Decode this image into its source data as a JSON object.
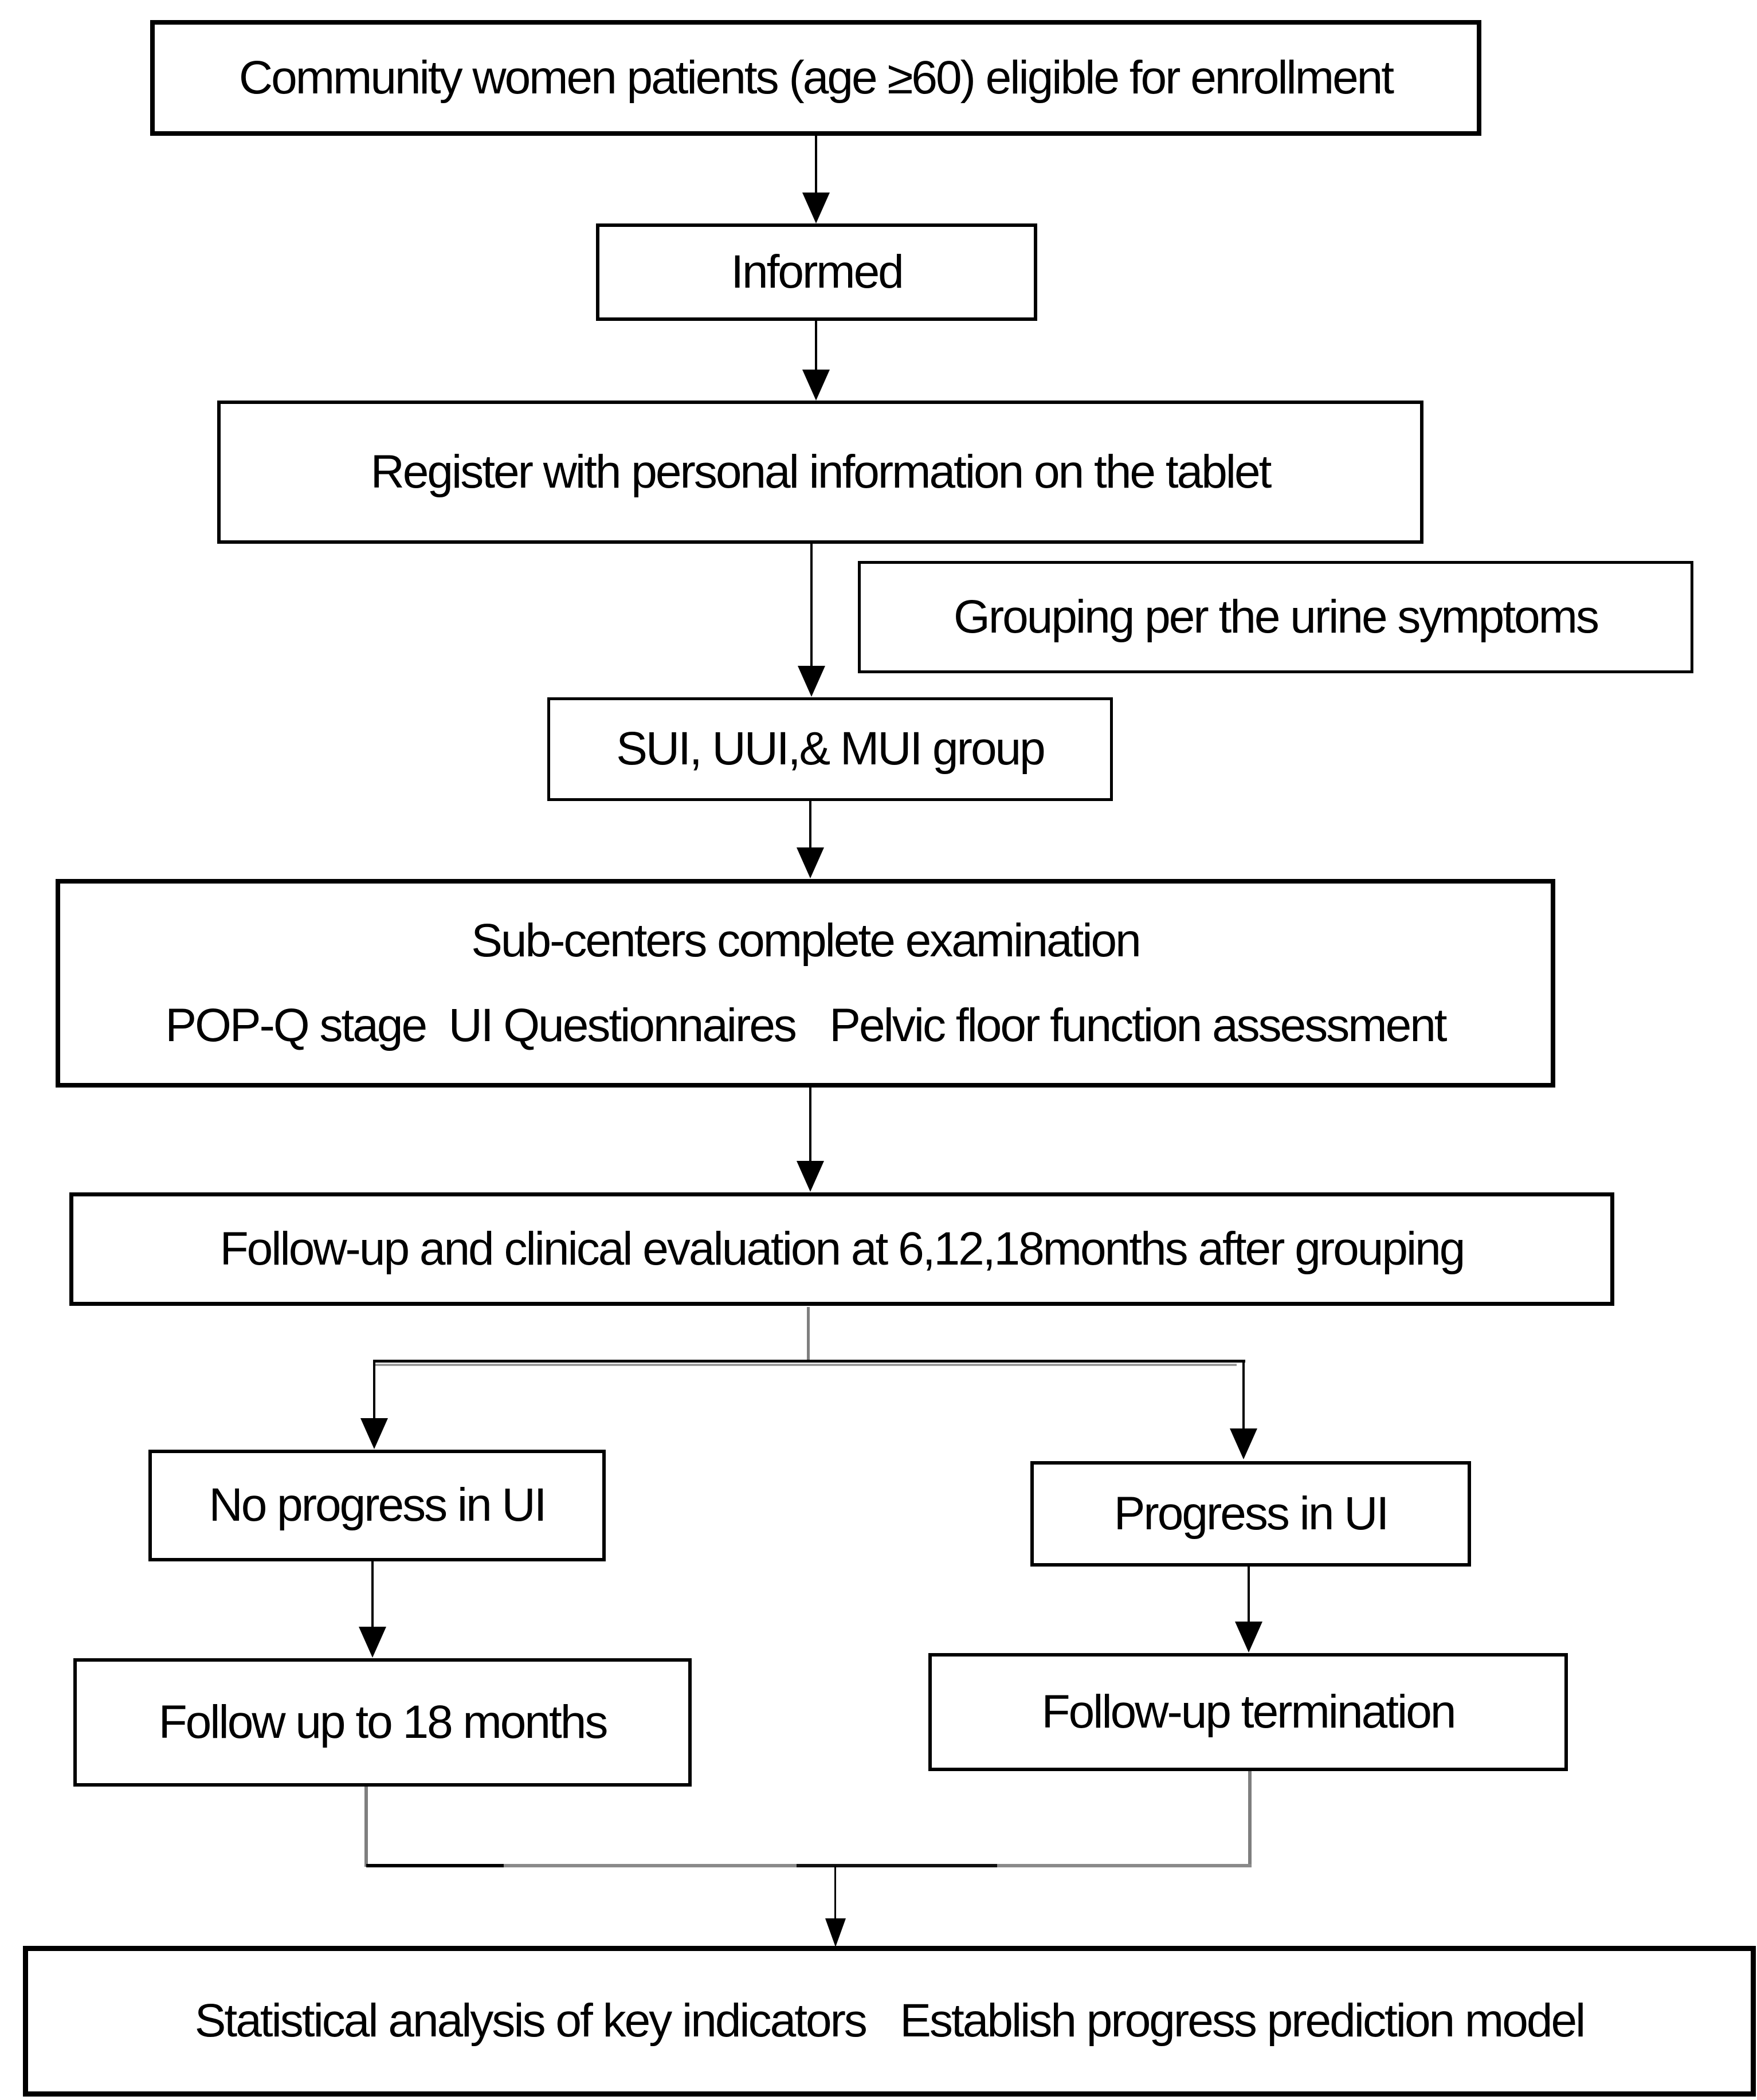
{
  "figure": {
    "type": "flowchart",
    "background_color": "#ffffff",
    "box_border_color": "#000000",
    "text_color": "#000000",
    "connector_color": "#000000",
    "secondary_connector_color": "#7f7f7f",
    "nodes": {
      "eligible": {
        "label": "Community women patients (age ≥60) eligible for enrollment"
      },
      "informed": {
        "label": "Informed"
      },
      "register": {
        "label": "Register with personal information on the tablet"
      },
      "grouping_note": {
        "label": "Grouping per the urine symptoms"
      },
      "ui_groups": {
        "label": "SUI, UUI,& MUI group"
      },
      "sub_centers": {
        "line1": "Sub-centers complete examination",
        "line2": "POP-Q stage  UI Questionnaires   Pelvic floor function assessment"
      },
      "follow_up_evaluation": {
        "label": "Follow-up and clinical evaluation at 6,12,18months after grouping"
      },
      "no_progress": {
        "label": "No progress in UI"
      },
      "progress": {
        "label": "Progress in UI"
      },
      "follow_up_18": {
        "label": "Follow up to 18 months"
      },
      "termination": {
        "label": "Follow-up termination"
      },
      "analysis": {
        "label": "Statistical analysis of key indicators   Establish progress prediction model"
      }
    }
  }
}
